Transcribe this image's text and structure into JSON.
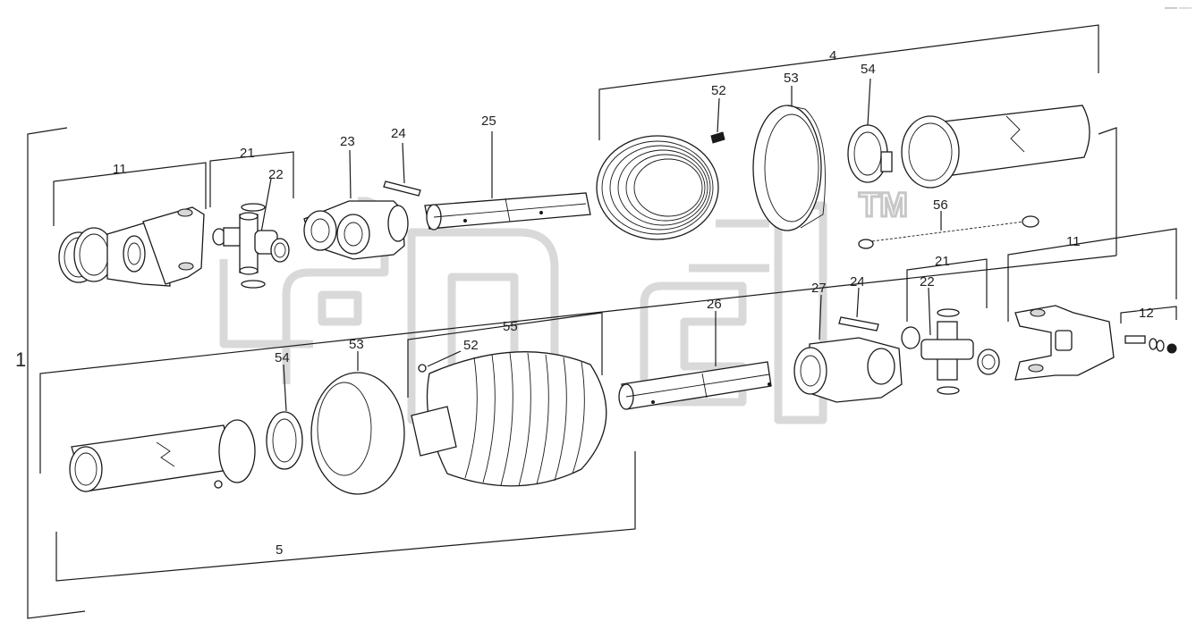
{
  "watermark": {
    "tm": "TM"
  },
  "corner_mark": "",
  "callouts": {
    "c1": "1",
    "c4": "4",
    "c5": "5",
    "c11_left": "11",
    "c11_right": "11",
    "c12": "12",
    "c21_left": "21",
    "c21_right": "21",
    "c22_left": "22",
    "c22_right": "22",
    "c23": "23",
    "c24_left": "24",
    "c24_right": "24",
    "c25": "25",
    "c26": "26",
    "c27": "27",
    "c52_top": "52",
    "c52_bottom": "52",
    "c53_top": "53",
    "c53_bottom": "53",
    "c54_top": "54",
    "c54_bottom": "54",
    "c55": "55",
    "c56": "56"
  }
}
